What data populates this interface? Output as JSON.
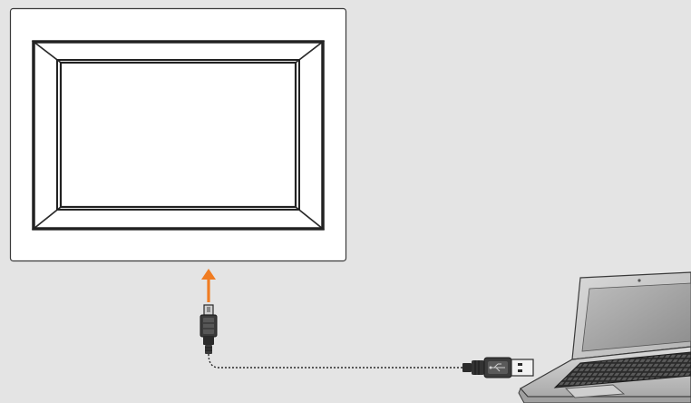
{
  "scene": {
    "items": [
      "photo-frame",
      "mini-usb-plug",
      "usb-cable",
      "usb-a-plug",
      "laptop"
    ],
    "colors": {
      "background": "#e4e4e4",
      "frame_board": "#ffffff",
      "outline": "#3a3a3a",
      "bevel_dark": "#2b2b2b",
      "bevel_light": "#ffffff",
      "screen": "#ffffff",
      "arrow": "#f07c22",
      "cable": "#1e1e1e",
      "laptop_body": "#c9c9c9",
      "laptop_screen": "#9c9c9c",
      "keyboard": "#2e2e2e"
    },
    "icons": {
      "arrow": "orange-up-arrow-icon",
      "mini_usb": "mini-usb-plug-icon",
      "usb_a": "usb-a-plug-icon",
      "laptop": "laptop-icon"
    }
  }
}
